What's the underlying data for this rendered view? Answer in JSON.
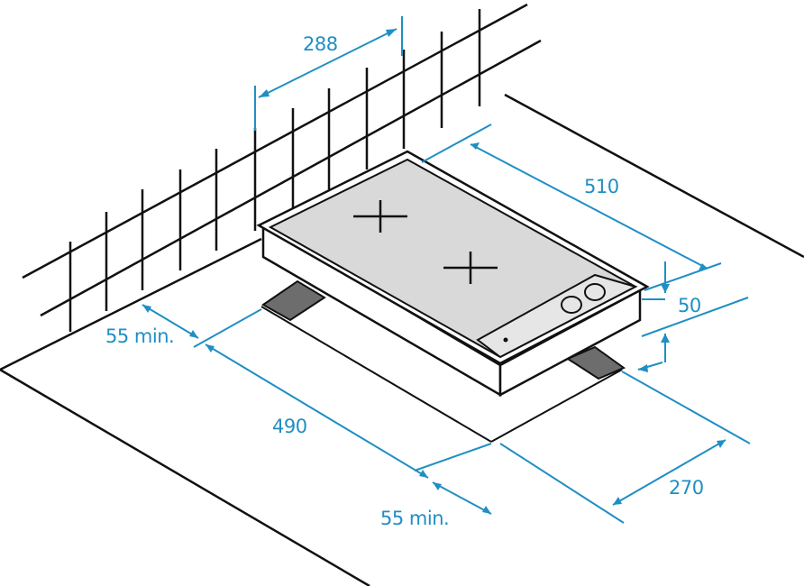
{
  "diagram": {
    "labels": {
      "wall_width": "288",
      "hob_depth": "510",
      "hob_height": "50",
      "side_clearance": "55 min.",
      "cutout_depth": "490",
      "front_clearance": "55 min.",
      "cutout_width": "270"
    },
    "colors": {
      "line": "#111111",
      "dimension": "#1f8fc3",
      "hob_surface": "#d9d9d9",
      "control_strip": "#e6e6e6",
      "support": "#6d6d6d"
    },
    "icons": {
      "burner_back": "cross-mark-icon",
      "burner_front": "cross-mark-icon",
      "control_knob_left": "knob-icon",
      "control_knob_right": "knob-icon",
      "indicator_light": "dot-icon"
    }
  }
}
